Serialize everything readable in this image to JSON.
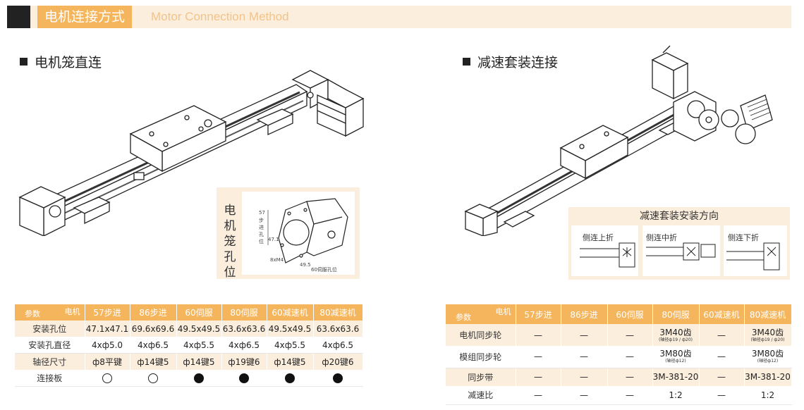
{
  "header": {
    "title_cn": "电机连接方式",
    "title_en": "Motor Connection Method"
  },
  "left": {
    "title": "电机笼直连",
    "inset_vertical": [
      "电",
      "机",
      "笼",
      "孔",
      "位"
    ],
    "dim_labels": {
      "side_cn": [
        "57",
        "步",
        "进",
        "孔",
        "位"
      ],
      "dim_47": "47.1",
      "holes": "8xM4",
      "dim_495": "49.5",
      "servo_note": "60伺服孔位"
    },
    "table": {
      "corner_top": "电机",
      "corner_bottom": "参数",
      "headers": [
        "57步进",
        "86步进",
        "60伺服",
        "80伺服",
        "60减速机",
        "80减速机"
      ],
      "rows": [
        {
          "label": "安装孔位",
          "cells": [
            "47.1x47.1",
            "69.6x69.6",
            "49.5x49.5",
            "63.6x63.6",
            "49.5x49.5",
            "63.6x63.6"
          ]
        },
        {
          "label": "安装孔直径",
          "cells": [
            "4xф5.0",
            "4xф6.5",
            "4xф5.5",
            "4xф6.5",
            "4xф5.5",
            "4xф6.5"
          ]
        },
        {
          "label": "轴径尺寸",
          "cells": [
            "ф8平键",
            "ф14键5",
            "ф14键5",
            "ф19键6",
            "ф14键5",
            "ф20键6"
          ]
        },
        {
          "label": "连接板",
          "cells": [
            "open",
            "open",
            "filled",
            "filled",
            "filled",
            "filled"
          ]
        }
      ]
    }
  },
  "right": {
    "title": "减速套装连接",
    "mount_title": "减速套装安装方向",
    "mount_options": [
      "侧连上折",
      "侧连中折",
      "侧连下折"
    ],
    "table": {
      "corner_top": "电机",
      "corner_bottom": "参数",
      "headers": [
        "57步进",
        "86步进",
        "60伺服",
        "80伺服",
        "60减速机",
        "80减速机"
      ],
      "dash": "—",
      "rows": [
        {
          "label": "电机同步轮",
          "cells": [
            [
              "—",
              ""
            ],
            [
              "—",
              ""
            ],
            [
              "—",
              ""
            ],
            [
              "3M40齿",
              "(轴径ф19 / ф20)"
            ],
            [
              "—",
              ""
            ],
            [
              "3M40齿",
              "(轴径ф19 / ф20)"
            ]
          ]
        },
        {
          "label": "模组同步轮",
          "cells": [
            [
              "—",
              ""
            ],
            [
              "—",
              ""
            ],
            [
              "—",
              ""
            ],
            [
              "3M80齿",
              "(轴径ф12)"
            ],
            [
              "—",
              ""
            ],
            [
              "3M80齿",
              "(轴径ф12)"
            ]
          ]
        },
        {
          "label": "同步带",
          "cells": [
            [
              "—",
              ""
            ],
            [
              "—",
              ""
            ],
            [
              "—",
              ""
            ],
            [
              "3M-381-20",
              ""
            ],
            [
              "—",
              ""
            ],
            [
              "3M-381-20",
              ""
            ]
          ]
        },
        {
          "label": "减速比",
          "cells": [
            [
              "—",
              ""
            ],
            [
              "—",
              ""
            ],
            [
              "—",
              ""
            ],
            [
              "1:2",
              ""
            ],
            [
              "—",
              ""
            ],
            [
              "1:2",
              ""
            ]
          ]
        }
      ]
    }
  },
  "colors": {
    "accent": "#f4b55c",
    "light": "#fbeedd",
    "dark": "#222222"
  }
}
